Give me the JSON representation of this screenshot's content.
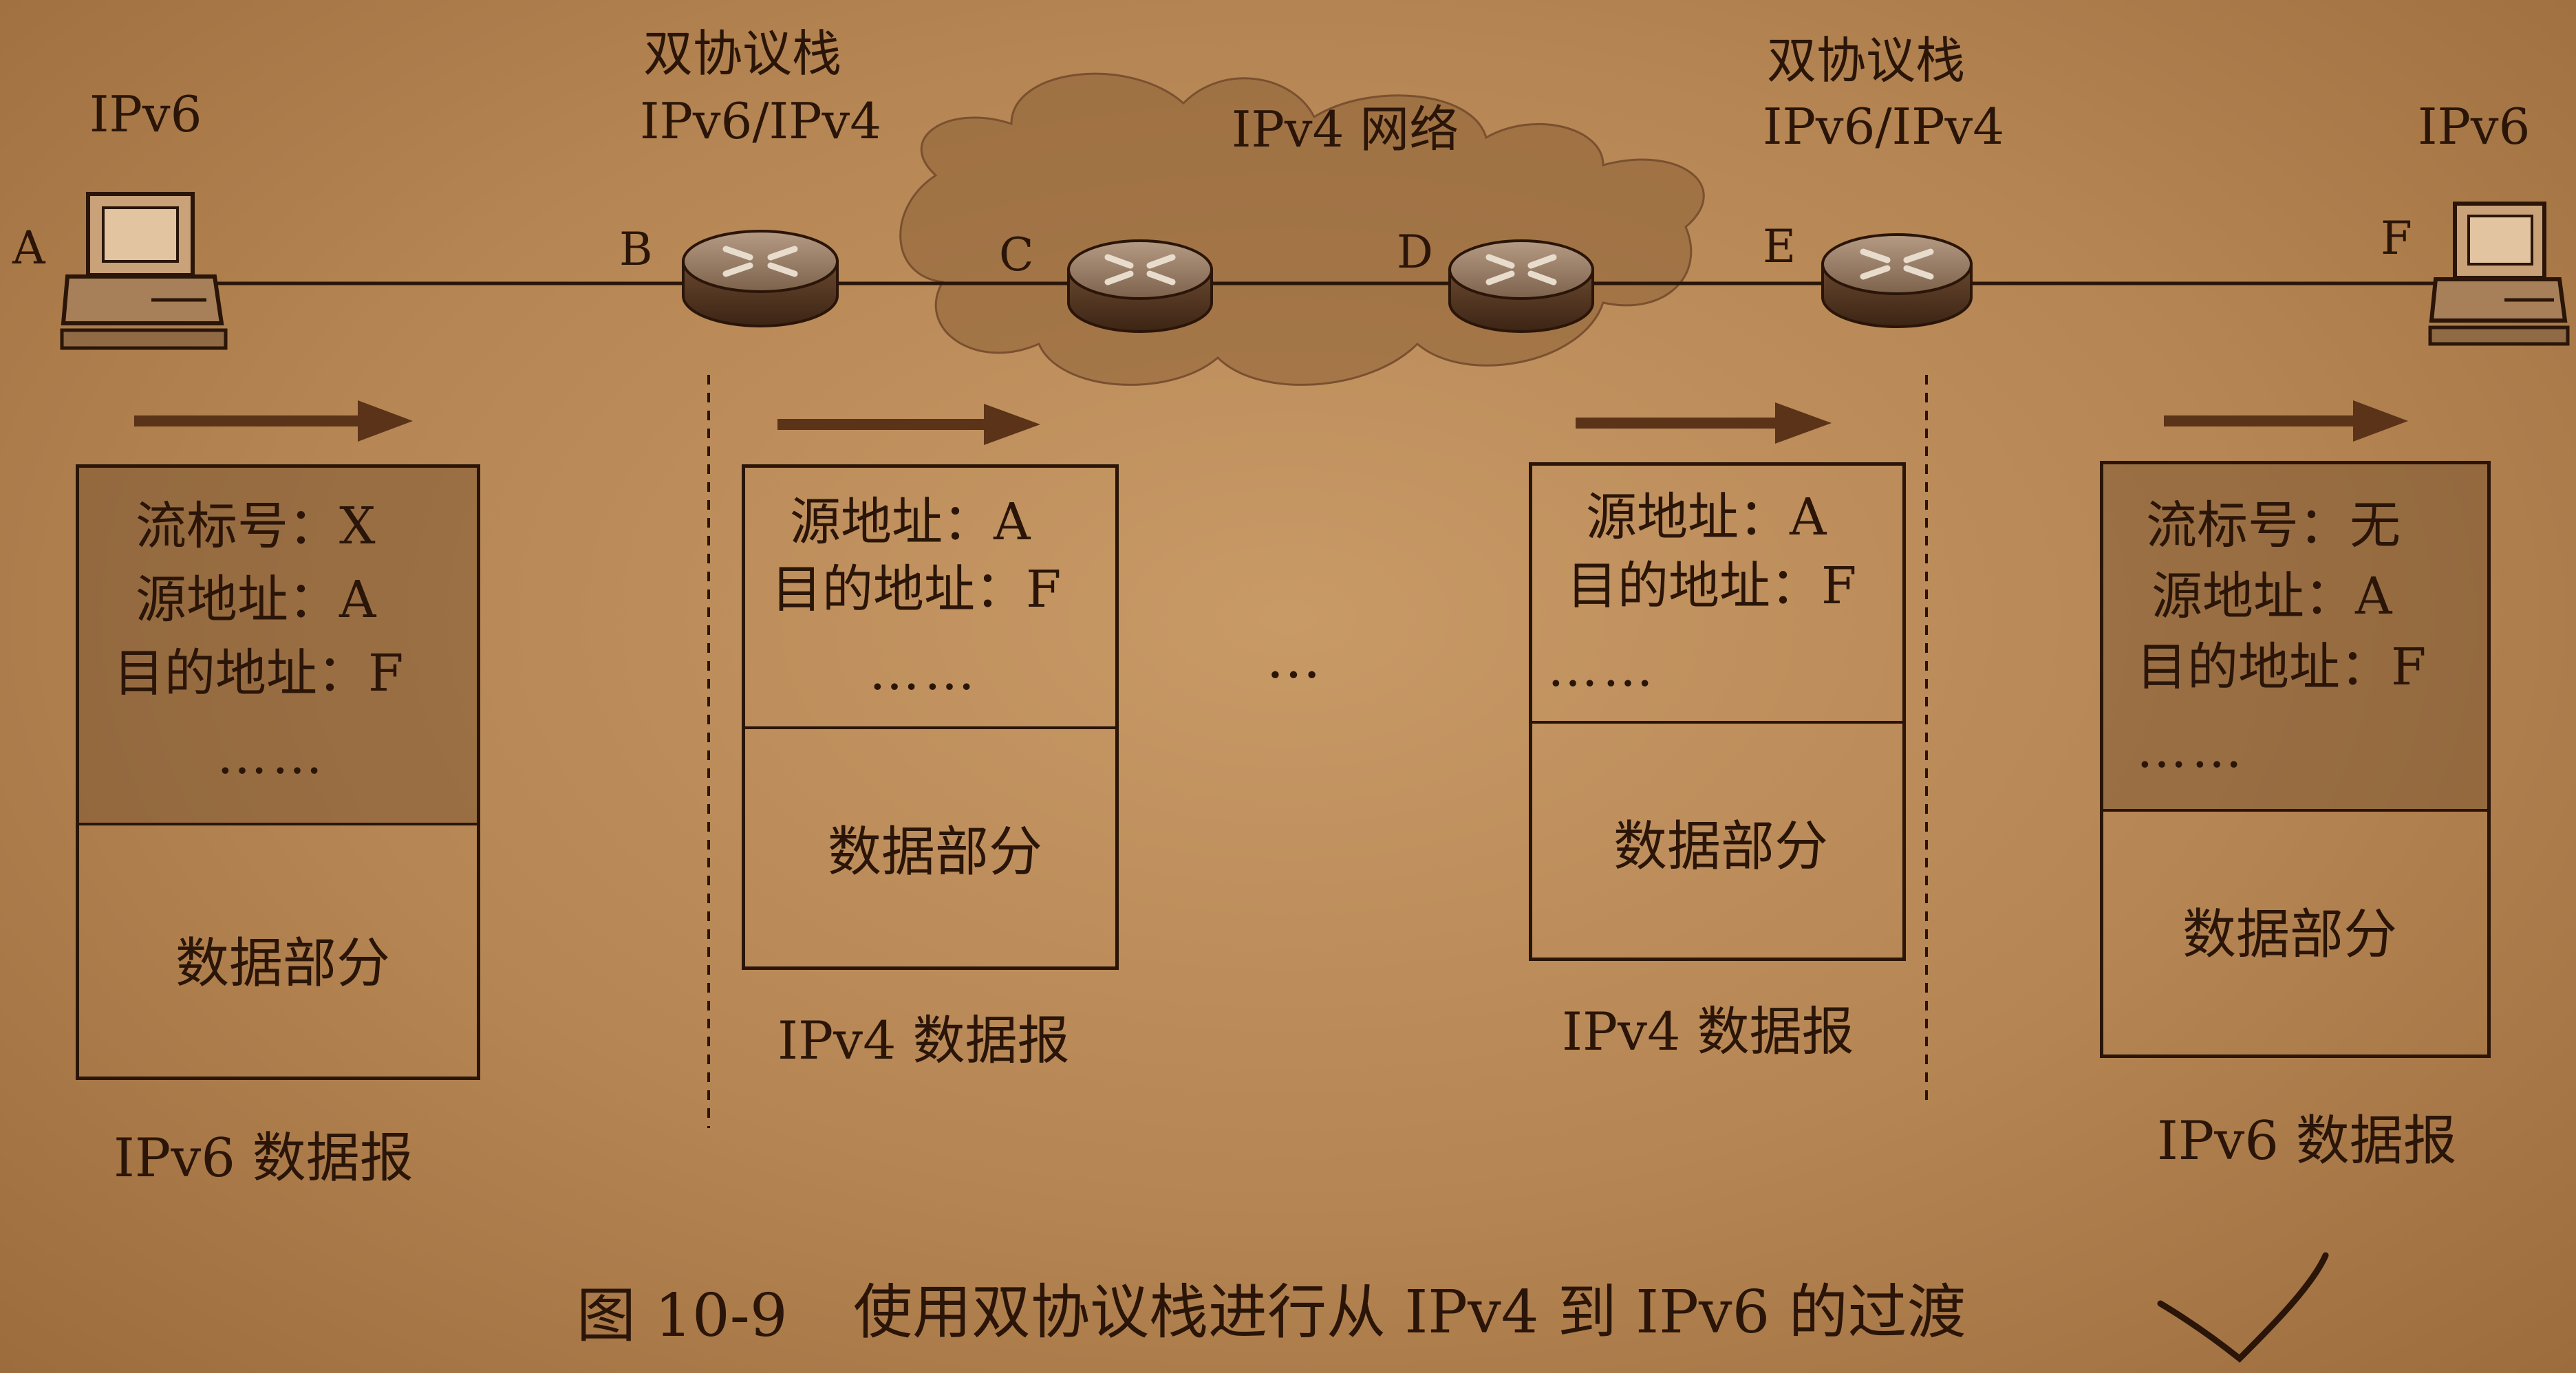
{
  "host_a": {
    "letter": "A",
    "protocol": "IPv6"
  },
  "host_f": {
    "letter": "F",
    "protocol": "IPv6"
  },
  "router_b": {
    "letter": "B",
    "stack_title": "双协议栈",
    "stack_protocols": "IPv6/IPv4"
  },
  "router_c": {
    "letter": "C"
  },
  "router_d": {
    "letter": "D"
  },
  "router_e": {
    "letter": "E",
    "stack_title": "双协议栈",
    "stack_protocols": "IPv6/IPv4"
  },
  "network_label": "IPv4 网络",
  "packets": [
    {
      "header": [
        "流标号：X",
        "源地址：A",
        "目的地址：F",
        "……"
      ],
      "body": "数据部分",
      "label": "IPv6 数据报"
    },
    {
      "header": [
        "源地址：A",
        "目的地址：F",
        "……"
      ],
      "body": "数据部分",
      "label": "IPv4 数据报"
    },
    {
      "header": [
        "源地址：A",
        "目的地址：F",
        "……"
      ],
      "body": "数据部分",
      "label": "IPv4 数据报"
    },
    {
      "header": [
        "流标号：无",
        "源地址：A",
        "目的地址：F",
        "……"
      ],
      "body": "数据部分",
      "label": "IPv6 数据报"
    }
  ],
  "ellipsis": "…",
  "figure_caption": {
    "number": "图 10-9",
    "text": "使用双协议栈进行从 IPv4 到 IPv6 的过渡"
  },
  "colors": {
    "ink": "#2a1508",
    "cloud": "#8c6036",
    "router_top": "#9a7a60",
    "router_side": "#5a3a24",
    "header_shade": "#8a5e38"
  }
}
